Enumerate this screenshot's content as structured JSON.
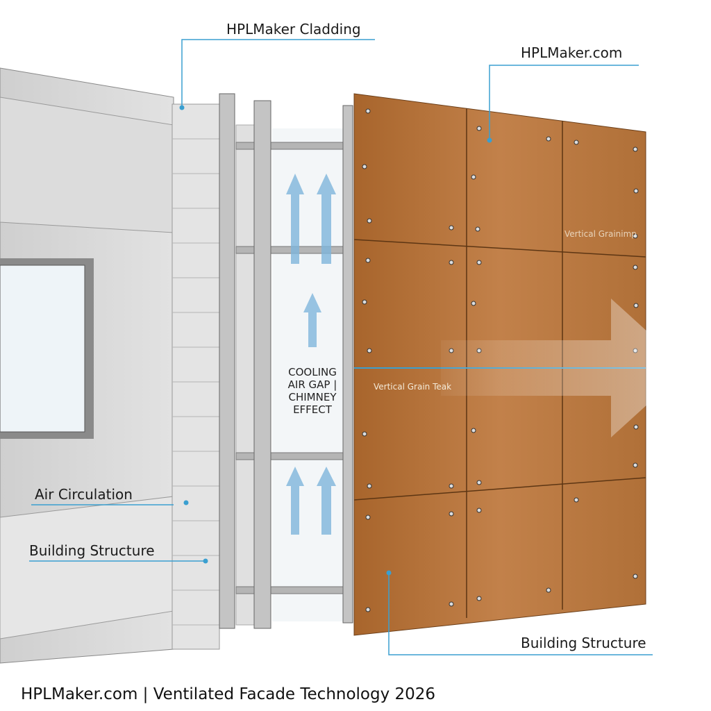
{
  "labels": {
    "cladding": "HPLMaker Cladding",
    "site": "HPLMaker.com",
    "air_circulation": "Air Circulation",
    "building_structure_left": "Building Structure",
    "building_structure_right": "Building Structure",
    "air_gap": "COOLING AIR GAP | CHIMNEY EFFECT",
    "panel_label": "Vertical Grain Teak",
    "panel_label_top": "Vertical Grainimp"
  },
  "footer": "HPLMaker.com | Ventilated Facade Technology 2026",
  "colors": {
    "leader_line": "#3a9fd0",
    "wood": "#b8763a",
    "wall": "#d8d8d8",
    "arrow": "#7fb6dc"
  }
}
